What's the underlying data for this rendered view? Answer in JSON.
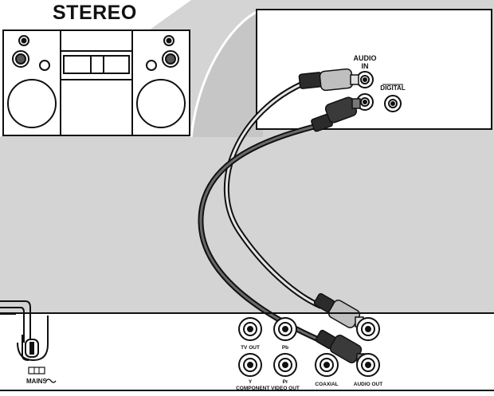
{
  "stereo": {
    "title": "STEREO"
  },
  "stereo_inputs": {
    "audio_in_line1": "AUDIO",
    "audio_in_line2": "IN",
    "digital": "DIGITAL"
  },
  "player_rear_panel": {
    "mains": "MAINS",
    "tv_out": "TV OUT",
    "pb": "Pb",
    "y": "Y",
    "pr": "Pr",
    "component_video_out": "COMPONENT VIDEO OUT",
    "coaxial": "COAXIAL",
    "audio_out": "AUDIO OUT"
  },
  "colors": {
    "panel_gray": "#d4d4d4",
    "cable_dark": "#2b2b2b",
    "cable_light": "#bfbfbf",
    "line": "#111111"
  }
}
